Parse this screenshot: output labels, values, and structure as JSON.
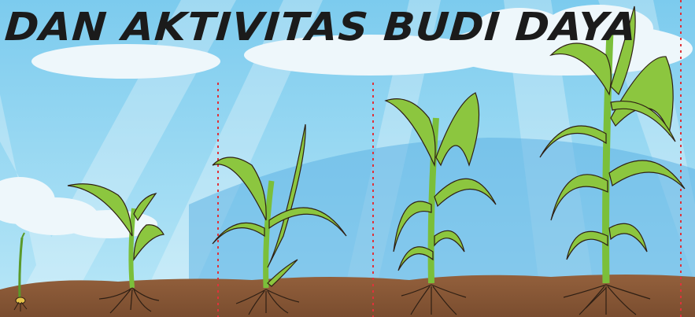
{
  "title": "DAN AKTIVITAS BUDI DAYA",
  "colors": {
    "sky_top": "#6fc4ea",
    "sky_bottom": "#b7e6f6",
    "soil": "#8a5a38",
    "soil_dark": "#6b4127",
    "leaf": "#8cc63f",
    "leaf_dark": "#5a9a2a",
    "stem": "#7bbf3a",
    "divider": "#e0323a",
    "cloud": "#eef7fb",
    "root": "#2e1f14"
  },
  "growth_stages": [
    {
      "name": "seed-sprout"
    },
    {
      "name": "seedling"
    },
    {
      "name": "young-plant"
    },
    {
      "name": "growing-plant"
    },
    {
      "name": "mature-plant"
    }
  ]
}
